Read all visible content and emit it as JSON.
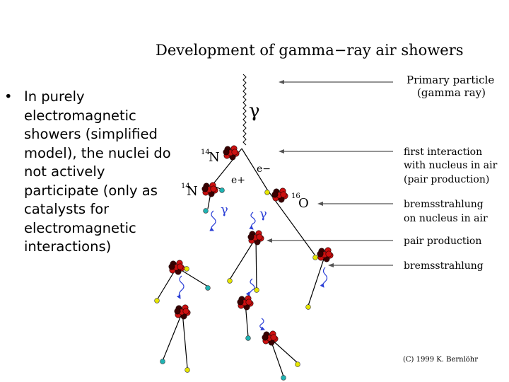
{
  "title": "Development of gamma−ray air showers",
  "bullet": {
    "marker": "•",
    "lines": [
      "In purely",
      "electromagnetic",
      "showers (simplified",
      "model), the nuclei do",
      "not actively",
      "participate (only as",
      "catalysts for",
      "electromagnetic",
      "interactions)"
    ]
  },
  "labels": {
    "primary": [
      "Primary particle",
      "(gamma ray)"
    ],
    "first_interaction": [
      "first interaction",
      "with nucleus in air",
      "(pair production)"
    ],
    "brems_nucleus": [
      "bremsstrahlung",
      "on nucleus in air"
    ],
    "pair_production": [
      "pair production"
    ],
    "bremsstrahlung": [
      "bremsstrahlung"
    ]
  },
  "particles": {
    "gamma": "γ",
    "electron": "e−",
    "positron": "e+",
    "nitrogen_mass": "14",
    "nitrogen": "N",
    "oxygen_mass": "16",
    "oxygen": "O"
  },
  "credit": "(C) 1999 K. Bernlöhr",
  "colors": {
    "nucleon_red": "#cc1010",
    "nucleon_dark": "#3a0000",
    "electron_yellow": "#e6e600",
    "positron_cyan": "#1fb3b3",
    "photon_blue": "#2b3fd6",
    "line": "#000000",
    "label_arrow": "#555555"
  }
}
